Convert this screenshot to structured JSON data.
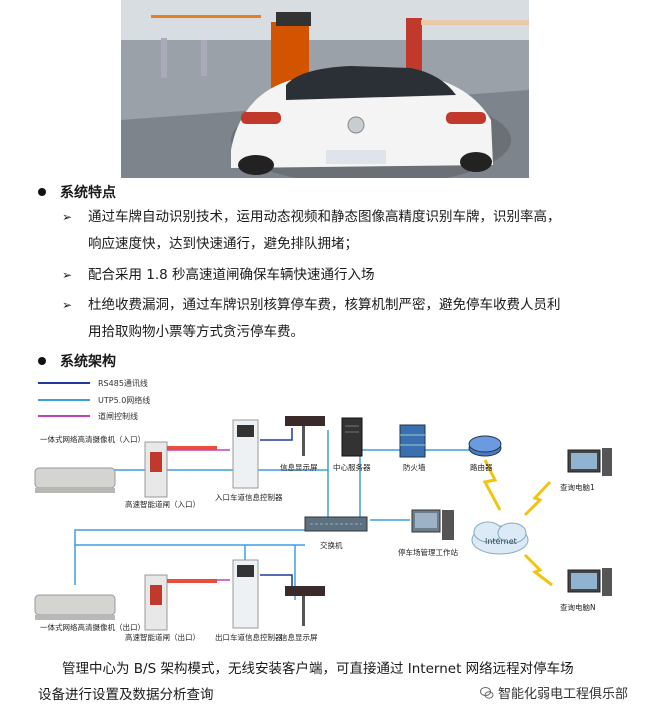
{
  "section1": {
    "title": "系统特点",
    "items": [
      {
        "line1": "通过车牌自动识别技术，运用动态视频和静态图像高精度识别车牌，识别率高，",
        "line2": "响应速度快，达到快速通行，避免排队拥堵；"
      },
      {
        "line1": "配合采用 1.8 秒高速道闸确保车辆快速通行入场",
        "line2": ""
      },
      {
        "line1": "杜绝收费漏洞，通过车牌识别核算停车费，核算机制严密，避免停车收费人员利",
        "line2": "用拾取购物小票等方式贪污停车费。"
      }
    ]
  },
  "section2": {
    "title": "系统架构"
  },
  "diagram": {
    "legend": [
      {
        "label": "RS485通讯线",
        "color": "#1f3a9a"
      },
      {
        "label": "UTP5.0网络线",
        "color": "#3aa0e0"
      },
      {
        "label": "道闸控制线",
        "color": "#c040c0"
      }
    ],
    "labels": {
      "camera_in": "一体式网络高清摄像机（入口）",
      "camera_out": "一体式网络高清摄像机（出口）",
      "gate_in": "高速智能道闸（入口）",
      "gate_out": "高速智能道闸（出口）",
      "ctrl_in": "入口车道信息控制器",
      "ctrl_out": "出口车道信息控制器",
      "display_in": "信息显示屏",
      "display_out": "信息显示屏",
      "server": "中心服务器",
      "firewall": "防火墙",
      "router": "路由器",
      "switch": "交换机",
      "workstation": "停车场管理工作站",
      "internet": "Internet",
      "pc1": "查询电脑1",
      "pcn": "查询电脑N"
    }
  },
  "footer": {
    "line1": "管理中心为 B/S 架构模式，无线安装客户端，可直接通过 Internet 网络远程对停车场",
    "line2": "设备进行设置及数据分析查询"
  },
  "watermark": "智能化弱电工程俱乐部"
}
